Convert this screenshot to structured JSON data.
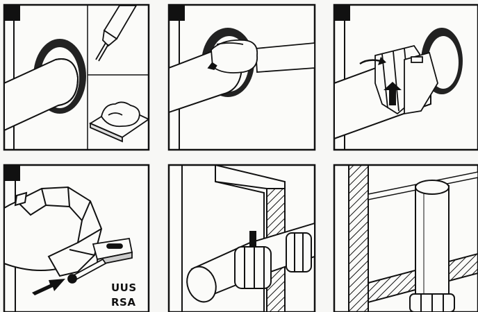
{
  "figure": {
    "panels": [
      {
        "id": "panel-1",
        "step_badge": "",
        "labels": []
      },
      {
        "id": "panel-2",
        "step_badge": "",
        "labels": []
      },
      {
        "id": "panel-3",
        "step_badge": "",
        "labels": []
      },
      {
        "id": "panel-4",
        "step_badge": "",
        "labels": [
          "UUS",
          "RSA"
        ]
      },
      {
        "id": "panel-5",
        "step_badge": "",
        "labels": []
      },
      {
        "id": "panel-6",
        "step_badge": "",
        "labels": []
      }
    ],
    "colors": {
      "line": "#111111",
      "background": "#f7f7f5",
      "panel_fill": "#fbfbf9"
    }
  }
}
